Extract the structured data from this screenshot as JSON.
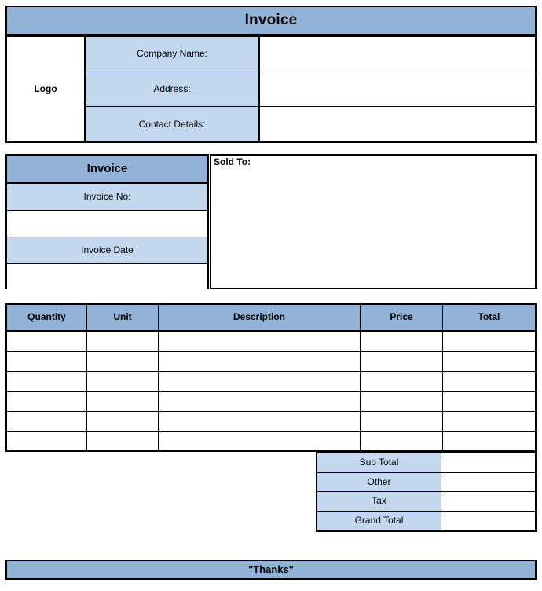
{
  "document": {
    "title": "Invoice",
    "accent_dark": "#93b2d7",
    "accent_light": "#c3d8ef",
    "border_color": "#000000"
  },
  "header": {
    "title": "Invoice",
    "logo_label": "Logo",
    "fields": [
      {
        "label": "Company Name:",
        "value": ""
      },
      {
        "label": "Address:",
        "value": ""
      },
      {
        "label": "Contact Details:",
        "value": ""
      }
    ]
  },
  "invoice_meta": {
    "heading": "Invoice",
    "rows": [
      {
        "label": "Invoice No:",
        "value": ""
      },
      {
        "label": "Invoice Date",
        "value": ""
      }
    ]
  },
  "sold_to": {
    "label": "Sold To:",
    "value": ""
  },
  "items": {
    "columns": [
      "Quantity",
      "Unit",
      "Description",
      "Price",
      "Total"
    ],
    "rows": [
      {
        "quantity": "",
        "unit": "",
        "description": "",
        "price": "",
        "total": ""
      },
      {
        "quantity": "",
        "unit": "",
        "description": "",
        "price": "",
        "total": ""
      },
      {
        "quantity": "",
        "unit": "",
        "description": "",
        "price": "",
        "total": ""
      },
      {
        "quantity": "",
        "unit": "",
        "description": "",
        "price": "",
        "total": ""
      },
      {
        "quantity": "",
        "unit": "",
        "description": "",
        "price": "",
        "total": ""
      },
      {
        "quantity": "",
        "unit": "",
        "description": "",
        "price": "",
        "total": ""
      }
    ]
  },
  "totals": {
    "rows": [
      {
        "label": "Sub Total",
        "value": ""
      },
      {
        "label": "Other",
        "value": ""
      },
      {
        "label": "Tax",
        "value": ""
      },
      {
        "label": "Grand Total",
        "value": ""
      }
    ]
  },
  "footer": {
    "message": "\"Thanks\""
  }
}
